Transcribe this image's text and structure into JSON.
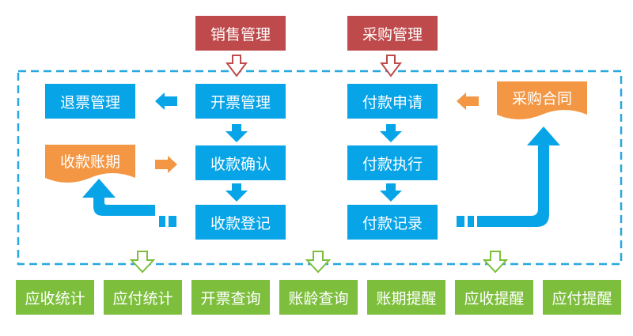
{
  "top": {
    "sales": "销售管理",
    "purchase": "采购管理"
  },
  "left": {
    "refund": "退票管理",
    "invoice": "开票管理",
    "receipt_confirm": "收款确认",
    "receipt_register": "收款登记",
    "receipt_term": "收款账期"
  },
  "right": {
    "payment_request": "付款申请",
    "payment_execute": "付款执行",
    "payment_record": "付款记录",
    "purchase_contract": "采购合同"
  },
  "bottom": [
    "应收统计",
    "应付统计",
    "开票查询",
    "账龄查询",
    "账期提醒",
    "应收提醒",
    "应付提醒"
  ],
  "colors": {
    "red": "#bf4a4b",
    "blue": "#08a4e8",
    "green": "#7dbf3d",
    "orange": "#f39745",
    "dashed": "#27a8e0"
  }
}
